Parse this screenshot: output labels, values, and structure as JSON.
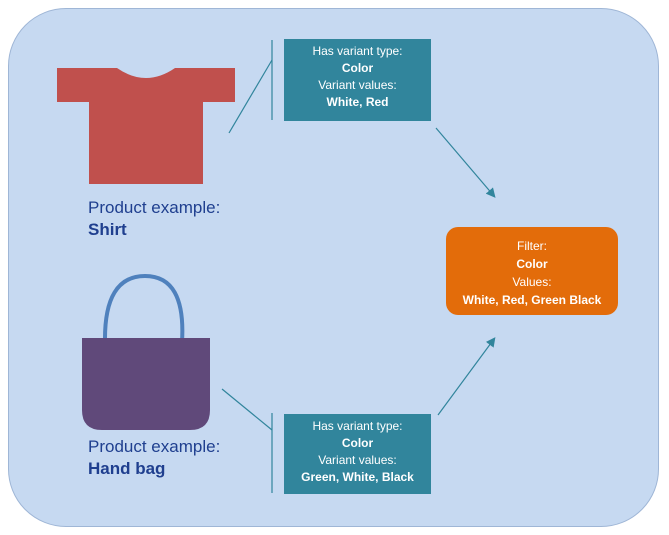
{
  "products": [
    {
      "icon": "shirt-icon",
      "caption_label": "Product example:",
      "caption_name": "Shirt",
      "color": "#c0504d",
      "variant_box": {
        "type_label": "Has variant type:",
        "type_value": "Color",
        "values_label": "Variant values:",
        "values_value": "White, Red"
      }
    },
    {
      "icon": "hand-bag-icon",
      "caption_label": "Product example:",
      "caption_name": "Hand bag",
      "color": "#60497a",
      "variant_box": {
        "type_label": "Has variant type:",
        "type_value": "Color",
        "values_label": "Variant values:",
        "values_value": "Green, White, Black"
      }
    }
  ],
  "filter": {
    "label": "Filter:",
    "type_value": "Color",
    "values_label": "Values:",
    "values_value": "White, Red, Green Black",
    "color": "#e36c0a"
  },
  "colors": {
    "background": "#c6d9f1",
    "variant_box": "#31859c",
    "caption_text": "#1f3f8f",
    "connector": "#31859c"
  }
}
